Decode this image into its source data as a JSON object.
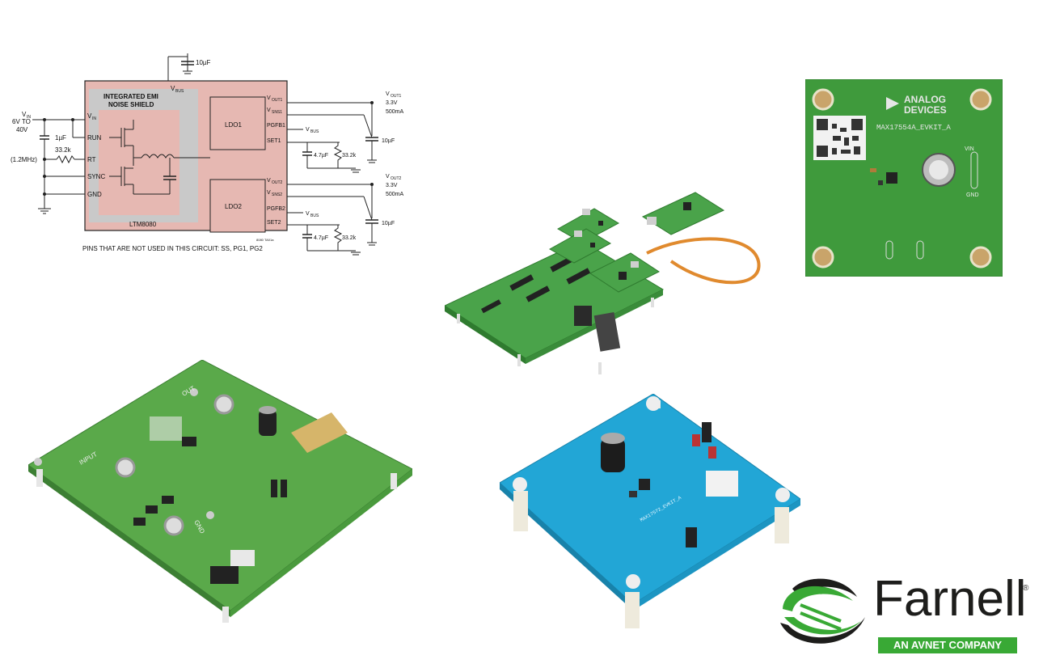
{
  "schematic": {
    "cap_top": "10µF",
    "vbus_label": "V",
    "vbus_sub": "BUS",
    "shield_line1": "INTEGRATED EMI",
    "shield_line2": "NOISE SHIELD",
    "vin_label": "V",
    "vin_sub": "IN",
    "vin_range1": "6V TO",
    "vin_range2": "40V",
    "cap_in": "1µF",
    "freq": "(1.2MHz)",
    "rt_res": "33.2k",
    "pins_left": [
      "RUN",
      "RT",
      "SYNC",
      "GND"
    ],
    "vin_pin": "V",
    "vin_pin_sub": "IN",
    "part_name": "LTM8080",
    "ldo1": "LDO1",
    "ldo2": "LDO2",
    "ldo1_pins": [
      {
        "main": "V",
        "sub": "OUT1"
      },
      {
        "main": "V",
        "sub": "SNS1"
      },
      {
        "main": "PGFB1",
        "sub": ""
      },
      {
        "main": "SET1",
        "sub": ""
      }
    ],
    "ldo2_pins": [
      {
        "main": "V",
        "sub": "OUT2"
      },
      {
        "main": "V",
        "sub": "SNS2"
      },
      {
        "main": "PGFB2",
        "sub": ""
      },
      {
        "main": "SET2",
        "sub": ""
      }
    ],
    "vout1": "V",
    "vout1_sub": "OUT1",
    "vout1_v": "3.3V",
    "vout1_i": "500mA",
    "vout2": "V",
    "vout2_sub": "OUT2",
    "vout2_v": "3.3V",
    "vout2_i": "500mA",
    "cap_out": "10µF",
    "cap_set": "4.7µF",
    "res_set": "33.2k",
    "drawing_id": "8080 TA01a",
    "note": "PINS THAT ARE NOT USED IN THIS CIRCUIT: SS, PG1, PG2"
  },
  "board_adi": {
    "brand_line1": "ANALOG",
    "brand_line2": "DEVICES",
    "part": "MAX17554A_EVKIT_A",
    "labels": [
      "VIN",
      "GND"
    ]
  },
  "board_green_big": {
    "labels": [
      "INPUT",
      "OUT",
      "GND"
    ]
  },
  "board_blue": {
    "part": "MAX17572_EVKIT_A"
  },
  "logo": {
    "name": "Farnell",
    "registered": "®",
    "tagline": "AN AVNET COMPANY",
    "brand_green": "#39a935"
  }
}
